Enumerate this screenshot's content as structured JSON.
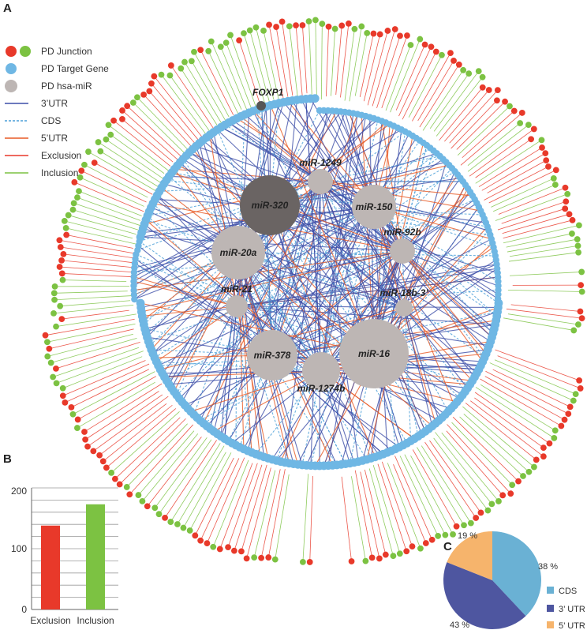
{
  "panels": {
    "a": "A",
    "b": "B",
    "c": "C"
  },
  "legend": {
    "junction": "PD Junction",
    "target_gene": "PD Target Gene",
    "mirna": "PD hsa-miR",
    "utr3": "3’UTR",
    "cds": "CDS",
    "utr5": "5’UTR",
    "exclusion": "Exclusion",
    "inclusion": "Inclusion"
  },
  "colors": {
    "exclusion": "#e8392a",
    "inclusion": "#7cc242",
    "target": "#6fb7e4",
    "mirna": "#bdb6b4",
    "mir320": "#6a6463",
    "utr3": "#3d4ea8",
    "utr5": "#e85a25",
    "cds": "#4b9fd8",
    "pie_cds": "#6ab1d4",
    "pie_3utr": "#4e56a0",
    "pie_5utr": "#f6b46c"
  },
  "network": {
    "highlight_gene": "FOXP1",
    "mirnas": [
      {
        "id": "miR-320",
        "label": "miR-320"
      },
      {
        "id": "miR-1249",
        "label": "miR-1249"
      },
      {
        "id": "miR-150",
        "label": "miR-150"
      },
      {
        "id": "miR-20a",
        "label": "miR-20a"
      },
      {
        "id": "miR-92b",
        "label": "miR-92b"
      },
      {
        "id": "miR-21",
        "label": "miR-21"
      },
      {
        "id": "miR-18b-3p",
        "label": "miR-18b-3’"
      },
      {
        "id": "miR-378",
        "label": "miR-378"
      },
      {
        "id": "miR-16",
        "label": "miR-16"
      },
      {
        "id": "miR-1274b",
        "label": "miR-1274b"
      }
    ]
  },
  "chart_data": [
    {
      "type": "bar",
      "categories": [
        "Exclusion",
        "Inclusion"
      ],
      "values": [
        138,
        173
      ],
      "ylim": [
        0,
        200
      ],
      "yticks": [
        "0",
        "100",
        "200"
      ],
      "colors": [
        "#e8392a",
        "#7cc242"
      ]
    },
    {
      "type": "pie",
      "labels": [
        "CDS",
        "3’ UTR",
        "5’ UTR"
      ],
      "values": [
        38,
        43,
        19
      ],
      "value_labels": [
        "38 %",
        "43 %",
        "19 %"
      ],
      "colors": [
        "#6ab1d4",
        "#4e56a0",
        "#f6b46c"
      ]
    }
  ]
}
